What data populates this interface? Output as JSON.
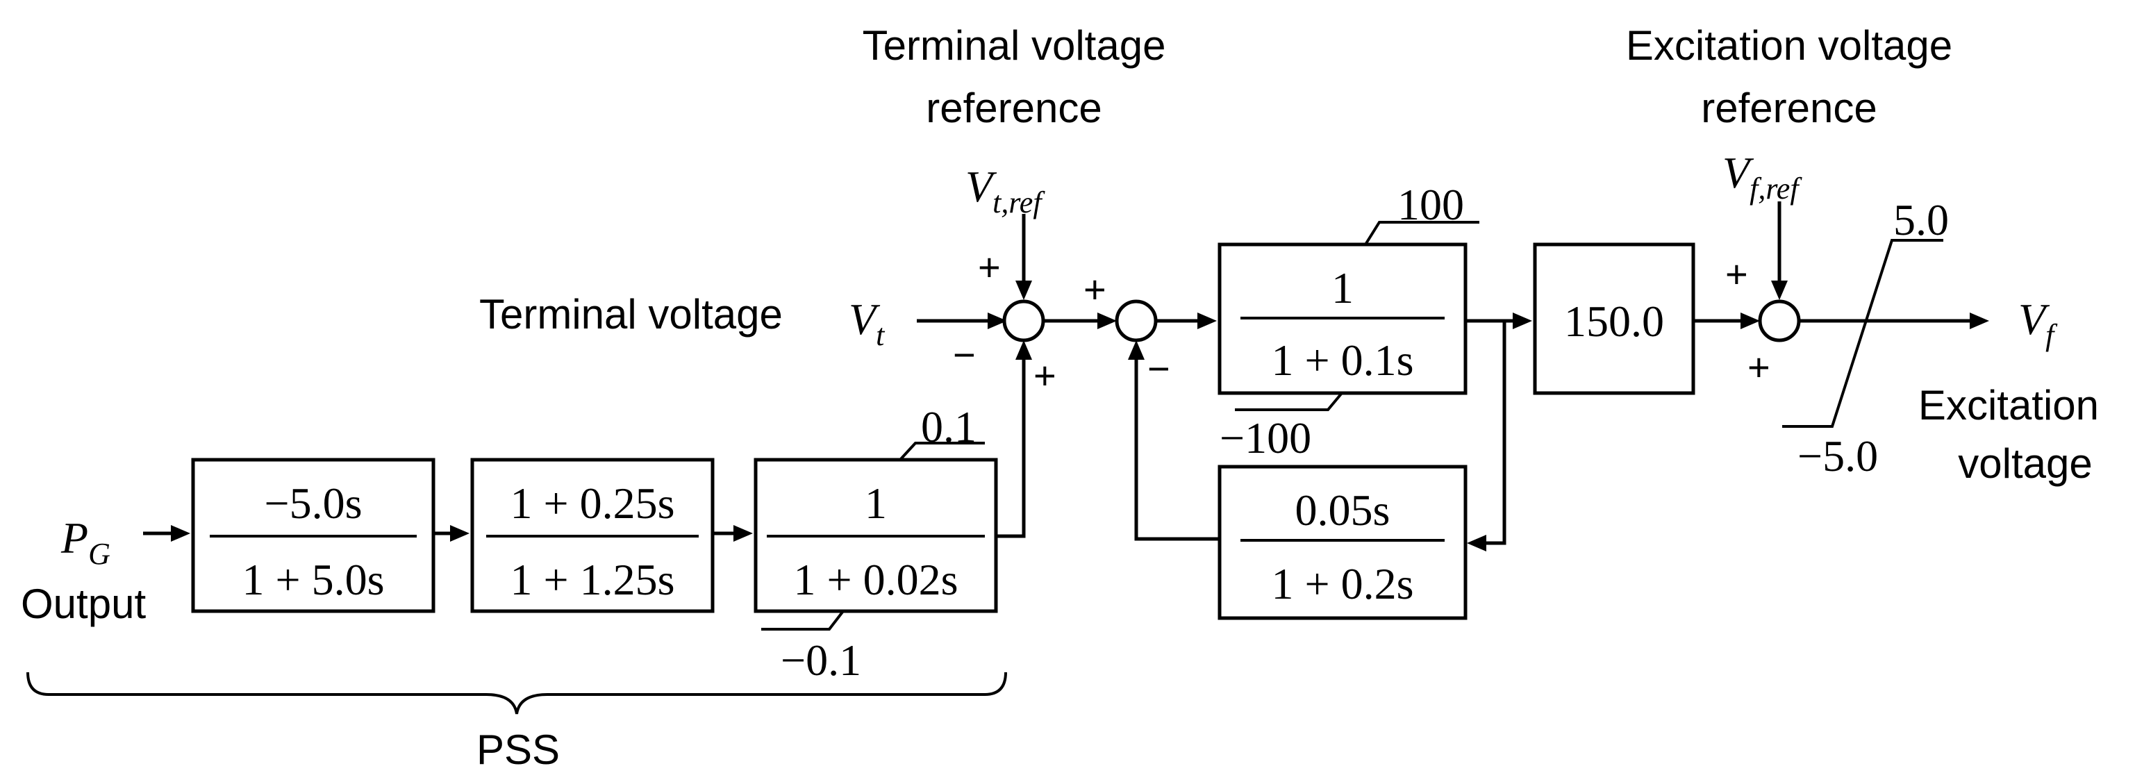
{
  "labels": {
    "terminal_voltage": "Terminal voltage",
    "terminal_voltage_reference": [
      "Terminal voltage",
      "reference"
    ],
    "excitation_voltage_reference": [
      "Excitation voltage",
      "reference"
    ],
    "excitation_voltage": [
      "Excitation",
      "voltage"
    ],
    "output": "Output",
    "pss": "PSS"
  },
  "signals": {
    "vt": {
      "main": "V",
      "sub": "t"
    },
    "vtref": {
      "main": "V",
      "sub": "t,ref"
    },
    "vfref": {
      "main": "V",
      "sub": "f,ref"
    },
    "vf": {
      "main": "V",
      "sub": "f"
    },
    "pg": {
      "main": "P",
      "sub": "G"
    }
  },
  "blocks": {
    "washout": {
      "num": "−5.0s",
      "den": "1 + 5.0s"
    },
    "leadlag": {
      "num": "1 + 0.25s",
      "den": "1 + 1.25s"
    },
    "pss_lag": {
      "num": "1",
      "den": "1 + 0.02s",
      "upper_limit": "0.1",
      "lower_limit": "−0.1"
    },
    "avr_lag": {
      "num": "1",
      "den": "1 + 0.1s",
      "upper_limit": "100",
      "lower_limit": "−100"
    },
    "feedback": {
      "num": "0.05s",
      "den": "1 + 0.2s"
    },
    "gain": {
      "value": "150.0"
    },
    "limiter": {
      "upper_limit": "5.0",
      "lower_limit": "−5.0"
    }
  },
  "signs": {
    "sum1_top": "+",
    "sum1_left": "−",
    "sum1_bottom": "+",
    "sum2_left": "+",
    "sum2_bottom": "−",
    "sum3_top": "+",
    "sum3_bottom": "+"
  }
}
